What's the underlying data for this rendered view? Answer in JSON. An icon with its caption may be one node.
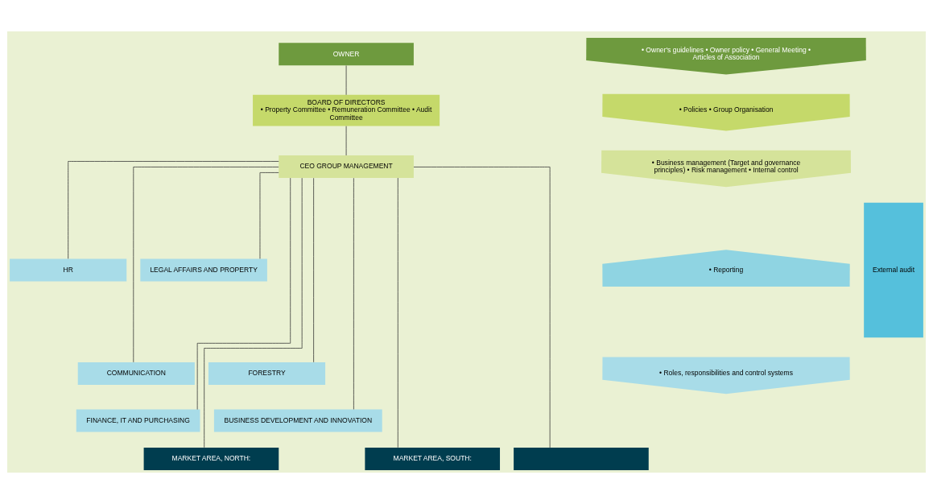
{
  "diagram": {
    "nodes": [
      {
        "text": [
          "OWNER"
        ]
      },
      {
        "text": [
          "BOARD OF DIRECTORS",
          "• Property Committee • Remuneration Committee • Audit Committee"
        ]
      },
      {
        "text": [
          "CEO GROUP MANAGEMENT"
        ]
      },
      {
        "text": [
          "HR"
        ]
      },
      {
        "text": [
          "LEGAL AFFAIRS AND PROPERTY"
        ]
      },
      {
        "text": [
          "COMMUNICATION"
        ]
      },
      {
        "text": [
          "FORESTRY"
        ]
      },
      {
        "text": [
          "FINANCE, IT AND PURCHASING"
        ]
      },
      {
        "text": [
          "BUSINESS DEVELOPMENT AND INNOVATION"
        ]
      },
      {
        "text": [
          "MARKET AREA, NORTH:"
        ]
      },
      {
        "text": [
          "MARKET AREA, SOUTH:"
        ]
      },
      {
        "text": [],
        "shape": "box"
      },
      {
        "text": [
          "• Owner's guidelines • Owner policy • General Meeting • Articles of Association"
        ]
      },
      {
        "text": [
          "• Policies • Group Organisation"
        ]
      },
      {
        "text": [
          "• Business management (Target and governance principles) • Risk management • Internal control"
        ]
      },
      {
        "text": [
          "• Reporting"
        ]
      },
      {
        "text": [
          "• Roles, responsibilities and control systems"
        ]
      },
      {
        "text": [
          "External audit"
        ]
      }
    ],
    "edges": [
      {
        "from": 0,
        "to": 1,
        "arrow": "none"
      },
      {
        "from": 1,
        "to": 2,
        "arrow": "none"
      },
      {
        "from": 2,
        "to": 3,
        "arrow": "none"
      },
      {
        "from": 2,
        "to": 4,
        "arrow": "none"
      },
      {
        "from": 2,
        "to": 5,
        "arrow": "none"
      },
      {
        "from": 2,
        "to": 6,
        "arrow": "none"
      },
      {
        "from": 2,
        "to": 7,
        "arrow": "none"
      },
      {
        "from": 2,
        "to": 8,
        "arrow": "none"
      },
      {
        "from": 2,
        "to": 9,
        "arrow": "none"
      },
      {
        "from": 2,
        "to": 10,
        "arrow": "none"
      },
      {
        "from": 2,
        "to": 11,
        "arrow": "none"
      }
    ]
  }
}
